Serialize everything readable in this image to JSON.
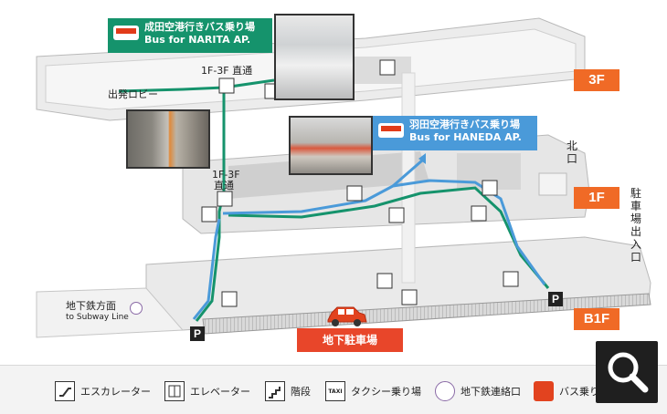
{
  "callouts": {
    "narita": {
      "title": "成田空港行きバス乗り場",
      "subtitle": "Bus for NARITA AP."
    },
    "haneda": {
      "title": "羽田空港行きバス乗り場",
      "subtitle": "Bus for HANEDA AP."
    }
  },
  "floors": {
    "f3": "3F",
    "f1": "1F",
    "b1": "B1F"
  },
  "labels": {
    "departure_lobby": "出発ロビー",
    "direct_top": "1F-3F 直通",
    "direct_mid_1": "1F-3F",
    "direct_mid_2": "直通",
    "north_exit": "北口",
    "parking_entrance": "駐車場出入口",
    "subway": "地下鉄方面",
    "subway_en": "to Subway Line",
    "underground_parking": "地下駐車場",
    "parking_p": "P",
    "taxi": "TAXI"
  },
  "legend": [
    {
      "icon": "escalator-icon",
      "label": "エスカレーター"
    },
    {
      "icon": "elevator-icon",
      "label": "エレベーター"
    },
    {
      "icon": "stairs-icon",
      "label": "階段"
    },
    {
      "icon": "taxi-icon",
      "label": "タクシー乗り場"
    },
    {
      "icon": "subway-icon",
      "label": "地下鉄連絡口"
    },
    {
      "icon": "bus-icon",
      "label": "バス乗り場"
    }
  ],
  "colors": {
    "narita_route": "#15936c",
    "haneda_route": "#4a9ad9",
    "floor_badge": "#f06a26",
    "parking": "#e8462a"
  }
}
